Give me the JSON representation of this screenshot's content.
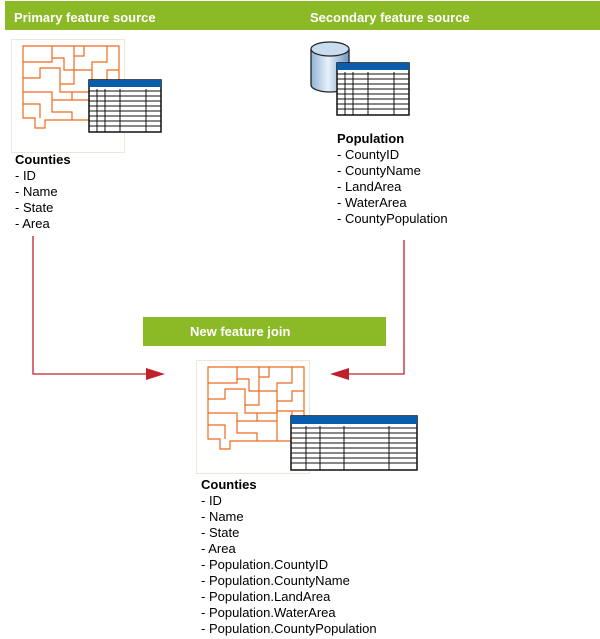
{
  "header": {
    "primary_label": "Primary feature source",
    "secondary_label": "Secondary feature source"
  },
  "colors": {
    "header_green": "#8cb926",
    "arrow_red": "#c1202b",
    "map_orange": "#ec6a22",
    "table_blue": "#0a5cad"
  },
  "primary": {
    "icon": "map-with-table-icon",
    "title": "Counties",
    "fields": [
      "- ID",
      "- Name",
      "- State",
      "- Area"
    ]
  },
  "secondary": {
    "icon": "database-with-table-icon",
    "title": "Population",
    "fields": [
      "- CountyID",
      "- CountyName",
      "- LandArea",
      "- WaterArea",
      "- CountyPopulation"
    ]
  },
  "join": {
    "label": "New feature join",
    "icon": "map-with-table-icon",
    "title": "Counties",
    "fields": [
      "- ID",
      "- Name",
      "- State",
      "- Area",
      "- Population.CountyID",
      "- Population.CountyName",
      "- Population.LandArea",
      "- Population.WaterArea",
      "- Population.CountyPopulation"
    ]
  }
}
